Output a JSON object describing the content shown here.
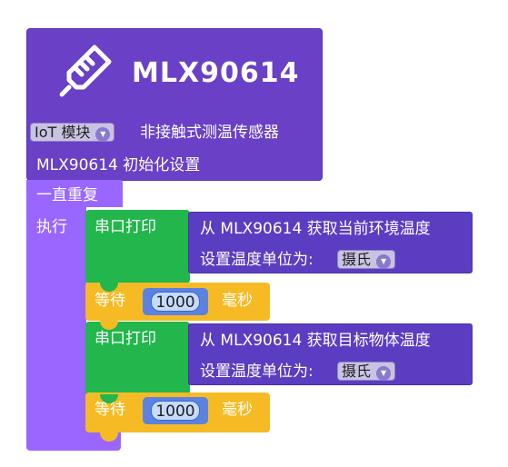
{
  "init_block": {
    "title": "MLX90614",
    "module_dropdown": "IoT 模块",
    "sensor_label": "非接触式测温传感器",
    "init_label": "MLX90614 初始化设置"
  },
  "loop_block": {
    "label": "一直重复",
    "do_label": "执行"
  },
  "statements": [
    {
      "print_label": "串口打印",
      "reporter_label": "从 MLX90614 获取当前环境温度",
      "unit_label": "设置温度单位为:",
      "unit_value": "摄氏"
    },
    {
      "wait_label": "等待",
      "wait_value": "1000",
      "wait_unit": "毫秒"
    },
    {
      "print_label": "串口打印",
      "reporter_label": "从 MLX90614 获取目标物体温度",
      "unit_label": "设置温度单位为:",
      "unit_value": "摄氏"
    },
    {
      "wait_label": "等待",
      "wait_value": "1000",
      "wait_unit": "毫秒"
    }
  ],
  "colors": {
    "init": "#6940c6",
    "loop": "#9966ff",
    "serial": "#22b64c",
    "reporter": "#5b3dc2",
    "wait": "#f6bb24",
    "number": "#5c82e0"
  },
  "icons": {
    "logo": "thermometer-icon",
    "dropdown": "triangle-down-icon"
  }
}
